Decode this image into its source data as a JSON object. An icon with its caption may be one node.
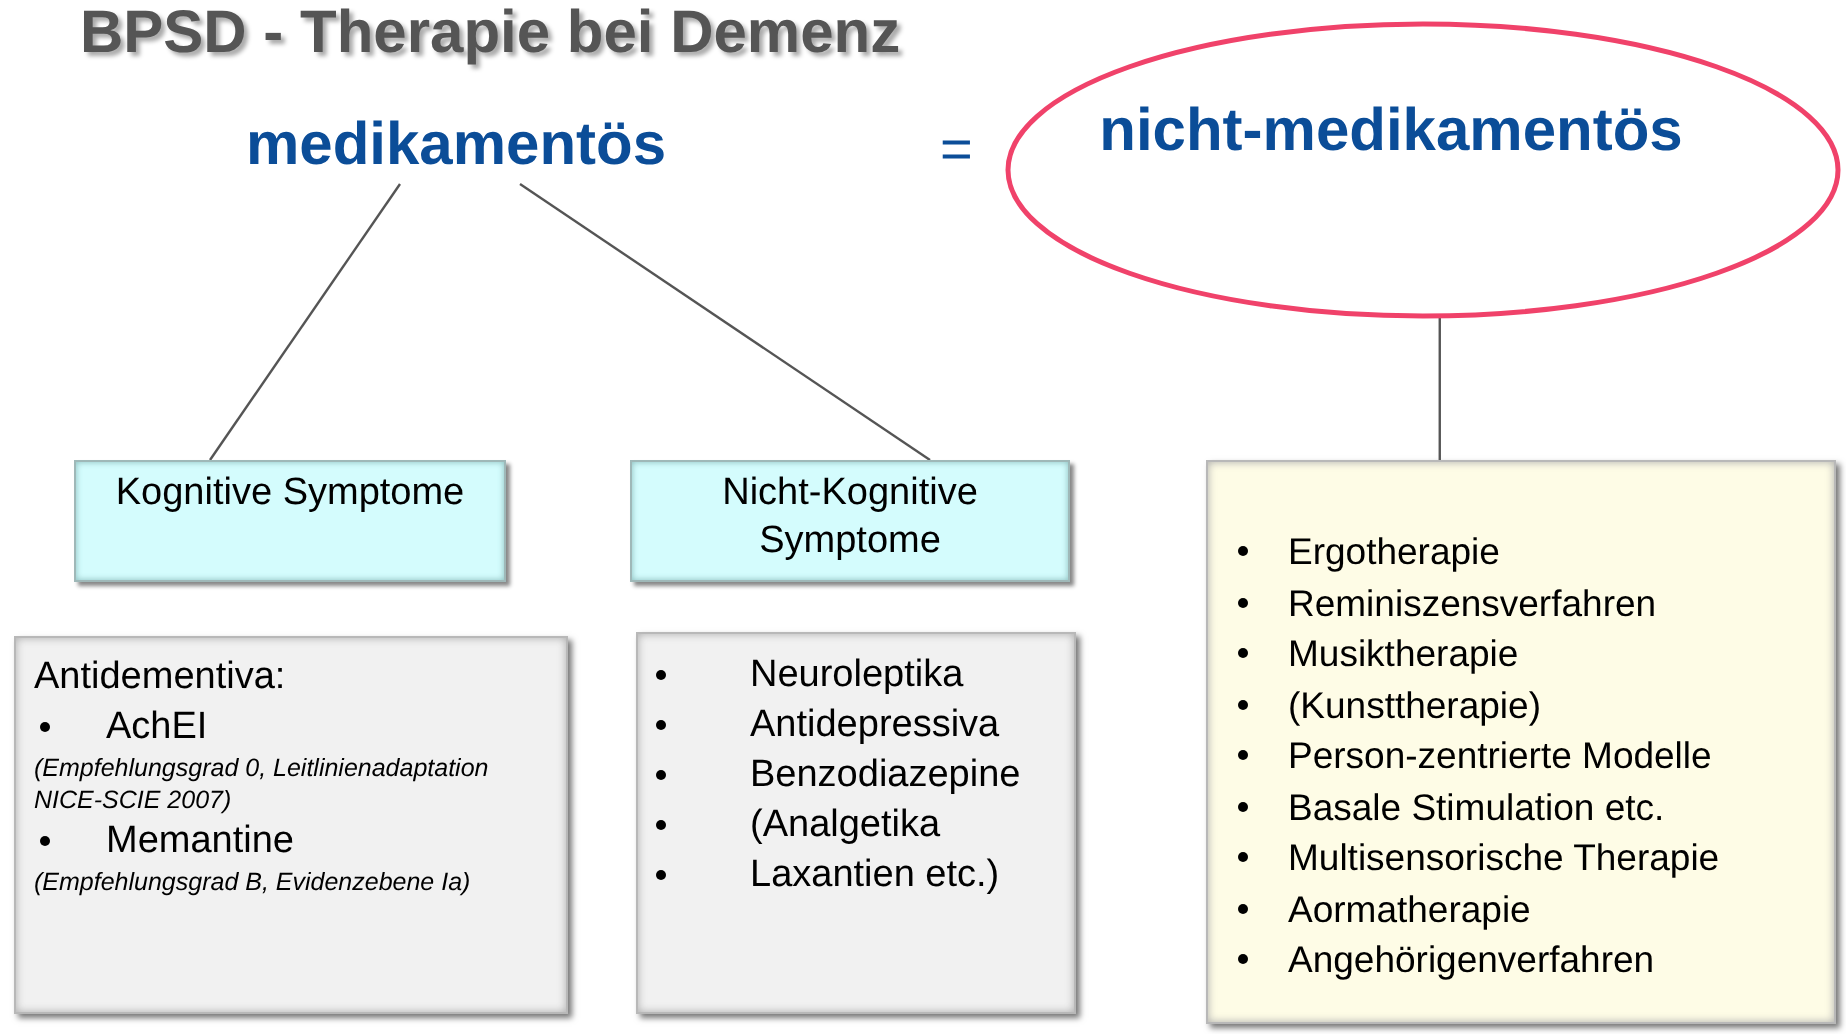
{
  "diagram": {
    "title": "BPSD - Therapie bei Demenz",
    "nodes": [
      {
        "text": [
          "medikamentös"
        ]
      },
      {
        "text": [
          "nicht-medikamentös"
        ]
      },
      {
        "text": [
          "Kognitive Symptome"
        ]
      },
      {
        "text": [
          "Nicht-Kognitive Symptome"
        ]
      },
      {
        "text": [
          "Ergotherapie",
          "Reminiszensverfahren",
          "Musiktherapie",
          "(Kunsttherapie)",
          "Person-zentrierte Modelle",
          "Basale Stimulation etc.",
          "Multisensorische Therapie",
          "Aormatherapie",
          "Angehörigenverfahren"
        ]
      },
      {
        "text": [
          "Antidementiva:",
          "AchEI",
          "(Empfehlungsgrad 0, Leitlinienadaptation NICE-SCIE 2007)",
          "Memantine",
          "(Empfehlungsgrad B, Evidenzebene Ia)"
        ]
      },
      {
        "text": [
          "Neuroleptika",
          "Antidepressiva",
          "Benzodiazepine",
          "(Analgetika",
          "Laxantien etc.)"
        ]
      }
    ],
    "edges": [
      {
        "from": 0,
        "to": 2,
        "arrow": "none"
      },
      {
        "from": 0,
        "to": 3,
        "arrow": "none"
      },
      {
        "from": 1,
        "to": 4,
        "arrow": "none"
      }
    ],
    "labels": [
      "="
    ]
  }
}
